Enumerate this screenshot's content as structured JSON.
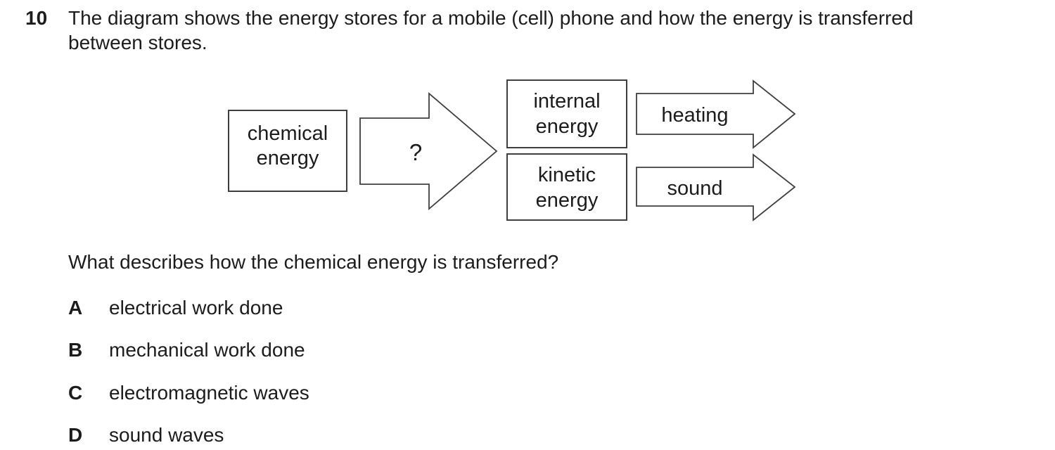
{
  "page": {
    "background_color": "#ffffff",
    "text_color": "#1c1c1c",
    "line_color": "#3f3f3f"
  },
  "question": {
    "number": "10",
    "intro_lines": [
      "The diagram shows the energy stores for a mobile (cell) phone and how the energy is transferred",
      "between stores."
    ],
    "prompt": "What describes how the chemical energy is transferred?",
    "options": [
      {
        "letter": "A",
        "text": "electrical work done"
      },
      {
        "letter": "B",
        "text": "mechanical work done"
      },
      {
        "letter": "C",
        "text": "electromagnetic waves"
      },
      {
        "letter": "D",
        "text": "sound waves"
      }
    ]
  },
  "diagram": {
    "source_store": {
      "line1": "chemical",
      "line2": "energy"
    },
    "unknown_transfer_label": "?",
    "branches": [
      {
        "store_line1": "internal",
        "store_line2": "energy",
        "transfer": "heating"
      },
      {
        "store_line1": "kinetic",
        "store_line2": "energy",
        "transfer": "sound"
      }
    ]
  }
}
